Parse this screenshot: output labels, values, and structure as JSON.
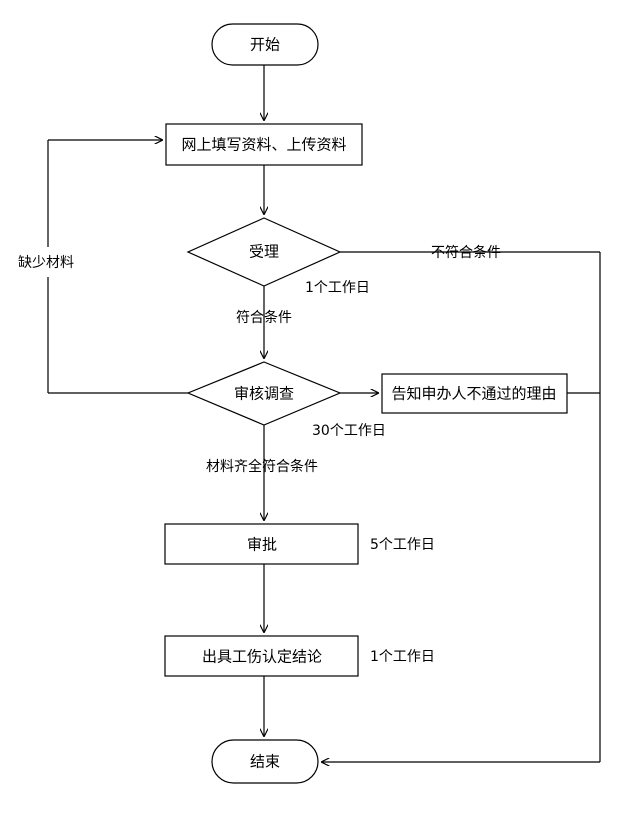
{
  "diagram": {
    "title": "",
    "type": "flowchart",
    "orientation": "top-to-bottom",
    "colors": {
      "stroke": "#000000",
      "fill": "#ffffff",
      "text": "#000000"
    },
    "nodes": [
      {
        "id": "start",
        "shape": "rounded-terminator",
        "label": "开始"
      },
      {
        "id": "submit",
        "shape": "rectangle",
        "label": "网上填写资料、上传资料"
      },
      {
        "id": "accept",
        "shape": "diamond",
        "label": "受理"
      },
      {
        "id": "review",
        "shape": "diamond",
        "label": "审核调查"
      },
      {
        "id": "notify",
        "shape": "rectangle",
        "label": "告知申办人不通过的理由"
      },
      {
        "id": "approve",
        "shape": "rectangle",
        "label": "审批"
      },
      {
        "id": "conclude",
        "shape": "rectangle",
        "label": "出具工伤认定结论"
      },
      {
        "id": "end",
        "shape": "rounded-terminator",
        "label": "结束"
      }
    ],
    "edge_labels": [
      {
        "id": "accept-duration",
        "text": "1个工作日"
      },
      {
        "id": "accept-reject",
        "text": "不符合条件"
      },
      {
        "id": "accept-pass",
        "text": "符合条件"
      },
      {
        "id": "review-duration",
        "text": "30个工作日"
      },
      {
        "id": "review-missing",
        "text": "缺少材料"
      },
      {
        "id": "review-pass",
        "text": "材料齐全符合条件"
      },
      {
        "id": "approve-duration",
        "text": "5个工作日"
      },
      {
        "id": "conclude-duration",
        "text": "1个工作日"
      }
    ]
  }
}
